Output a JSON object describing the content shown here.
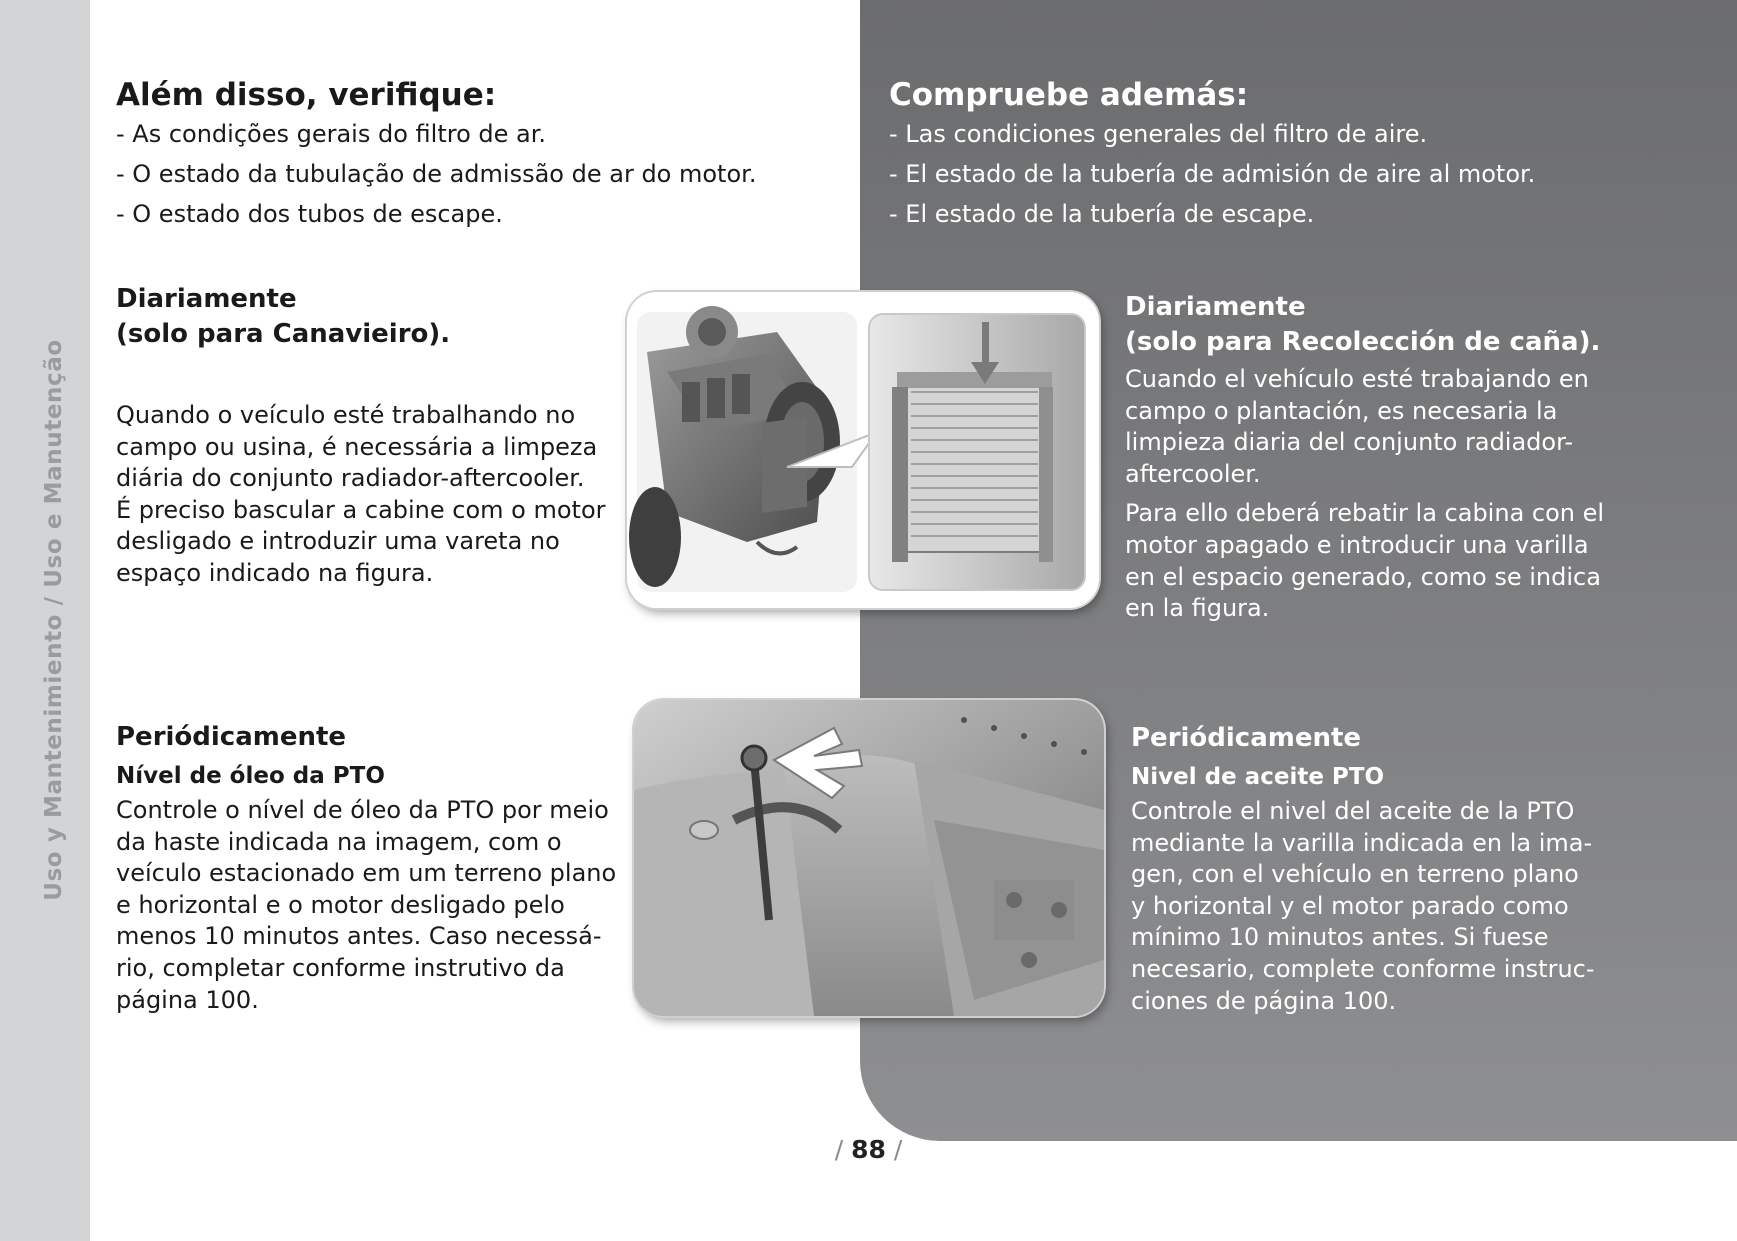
{
  "side_label": "Uso y Mantenimiento / Uso e Manutenção",
  "pt": {
    "check_title": "Além disso, verifique:",
    "check_items": [
      "-  As condições gerais do filtro de ar.",
      "-  O estado da tubulação de admissão de ar do motor.",
      "-  O estado dos tubos de escape."
    ],
    "daily_title_1": "Diariamente",
    "daily_title_2": "(solo para Canavieiro).",
    "daily_lines": [
      "Quando o veículo esté trabalhando no",
      "campo ou usina, é necessária a limpeza",
      "diária do conjunto radiador-aftercooler.",
      "É preciso bascular a cabine com o motor",
      "desligado e introduzir uma vareta no",
      "espaço indicado na figura."
    ],
    "periodic_title": "Periódicamente",
    "periodic_sub": "Nível de óleo da PTO",
    "periodic_lines": [
      "Controle o nível de óleo da PTO por meio",
      "da haste indicada na imagem, com o",
      "veículo estacionado em um terreno plano",
      "e horizontal e o motor desligado pelo",
      "menos 10 minutos antes. Caso necessá-",
      "rio, completar conforme instrutivo da",
      "página 100."
    ]
  },
  "es": {
    "check_title": "Compruebe además:",
    "check_items": [
      "- Las condiciones generales del filtro de aire.",
      "- El estado de la tubería de admisión de aire al motor.",
      "- El estado de la tubería de escape."
    ],
    "daily_title_1": "Diariamente",
    "daily_title_2": "(solo para Recolección de caña).",
    "daily_p1_lines": [
      "Cuando el vehículo esté trabajando en",
      "campo o plantación, es necesaria la",
      "limpieza diaria del conjunto radiador-",
      "aftercooler."
    ],
    "daily_p2_lines": [
      "Para ello deberá rebatir la cabina con el",
      "motor apagado e introducir una varilla",
      "en el espacio generado, como se indica",
      "en la figura."
    ],
    "periodic_title": "Periódicamente",
    "periodic_sub": "Nivel de aceite PTO",
    "periodic_lines": [
      "Controle el nivel del aceite de la PTO",
      "mediante la varilla indicada en la ima-",
      "gen, con el vehículo en terreno plano",
      "y horizontal y el motor parado como",
      "mínimo 10 minutos antes. Si fuese",
      "necesario, complete conforme instruc-",
      "ciones de página 100."
    ]
  },
  "page_number": "88",
  "colors": {
    "side_strip": "#d3d4d6",
    "dark_panel": "#737476",
    "text_dark": "#1a1a1a",
    "text_light": "#ffffff"
  }
}
